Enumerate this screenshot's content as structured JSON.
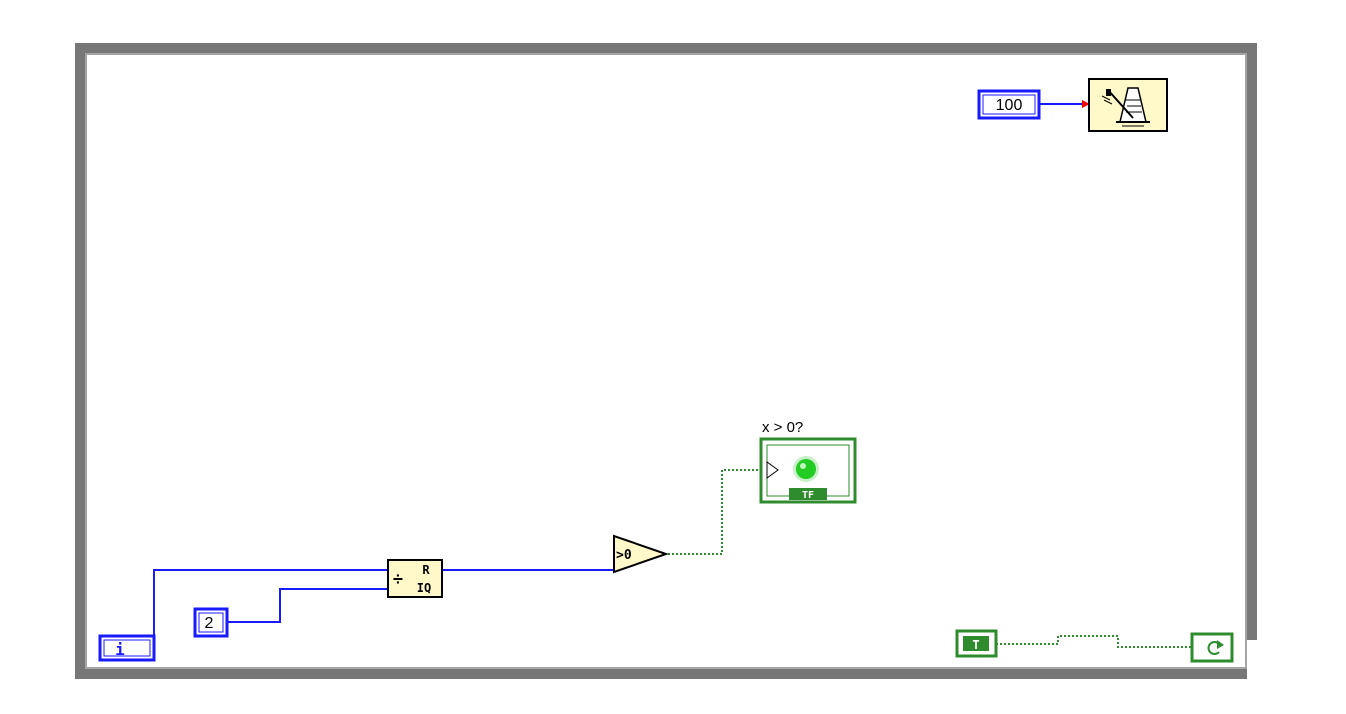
{
  "while_loop": {
    "iteration_terminal": "i",
    "loop_condition_constant": "T"
  },
  "constants": {
    "wait_ms": "100",
    "divisor": "2"
  },
  "functions": {
    "quotient_remainder": {
      "top": "R",
      "bottom": "IQ"
    },
    "greater_than_zero": ">0"
  },
  "indicator": {
    "label": "x > 0?",
    "type_text": "TF"
  },
  "colors": {
    "integer_wire": "#1a1aff",
    "boolean_wire": "#2e8b2e",
    "timer_wire": "#ff0000",
    "node_fill": "#fff8c8",
    "loop_frame": "#808080",
    "led_on": "#22cc22"
  }
}
